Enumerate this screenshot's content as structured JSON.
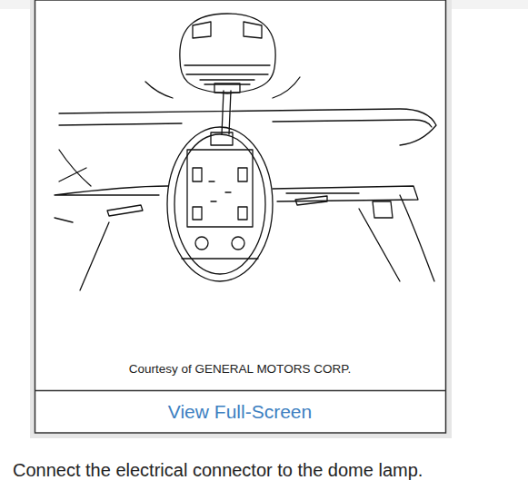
{
  "diagram": {
    "caption": "Connect the electrical connector to the dome lamp.",
    "labels": [
      "Courtesy of GENERAL MOTORS CORP.",
      "View Full-Screen"
    ]
  }
}
